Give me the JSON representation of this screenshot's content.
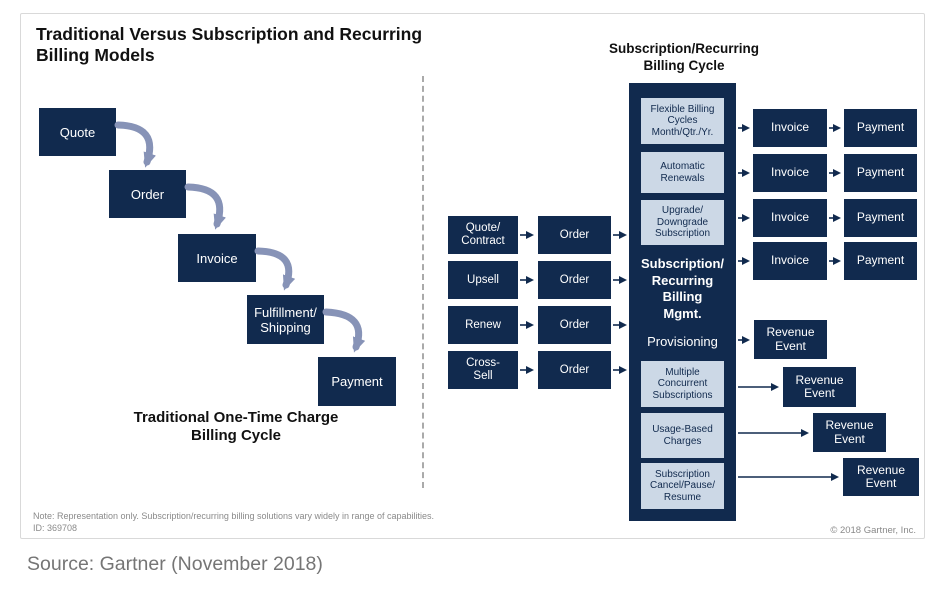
{
  "title": "Traditional Versus Subscription and Recurring\nBilling Models",
  "colors": {
    "navy": "#112a4e",
    "light_blue": "#ccd8e6",
    "swoosh_arrow": "#8793b7",
    "divider_gray": "#aaaaaa",
    "note_gray": "#8a8a8a",
    "source_gray": "#757575"
  },
  "left": {
    "boxes": [
      "Quote",
      "Order",
      "Invoice",
      "Fulfillment/\nShipping",
      "Payment"
    ],
    "caption": "Traditional One-Time Charge\nBilling Cycle"
  },
  "right": {
    "title": "Subscription/Recurring\nBilling Cycle",
    "inputs": [
      {
        "label": "Quote/\nContract",
        "order": "Order"
      },
      {
        "label": "Upsell",
        "order": "Order"
      },
      {
        "label": "Renew",
        "order": "Order"
      },
      {
        "label": "Cross-\nSell",
        "order": "Order"
      }
    ],
    "engine": {
      "top_features": [
        "Flexible Billing\nCycles\nMonth/Qtr./Yr.",
        "Automatic\nRenewals",
        "Upgrade/\nDowngrade\nSubscription"
      ],
      "heading": "Subscription/\nRecurring\nBilling\nMgmt.",
      "provisioning_label": "Provisioning",
      "bottom_features": [
        "Multiple\nConcurrent\nSubscriptions",
        "Usage-Based\nCharges",
        "Subscription\nCancel/Pause/\nResume"
      ]
    },
    "billing_rows": [
      {
        "invoice": "Invoice",
        "payment": "Payment"
      },
      {
        "invoice": "Invoice",
        "payment": "Payment"
      },
      {
        "invoice": "Invoice",
        "payment": "Payment"
      },
      {
        "invoice": "Invoice",
        "payment": "Payment"
      }
    ],
    "revenue_event_label": "Revenue\nEvent"
  },
  "footer": {
    "note": "Note: Representation only. Subscription/recurring billing solutions vary widely in range of capabilities.",
    "doc_id": "ID: 369708",
    "copyright": "© 2018 Gartner, Inc.",
    "source": "Source: Gartner (November 2018)"
  }
}
